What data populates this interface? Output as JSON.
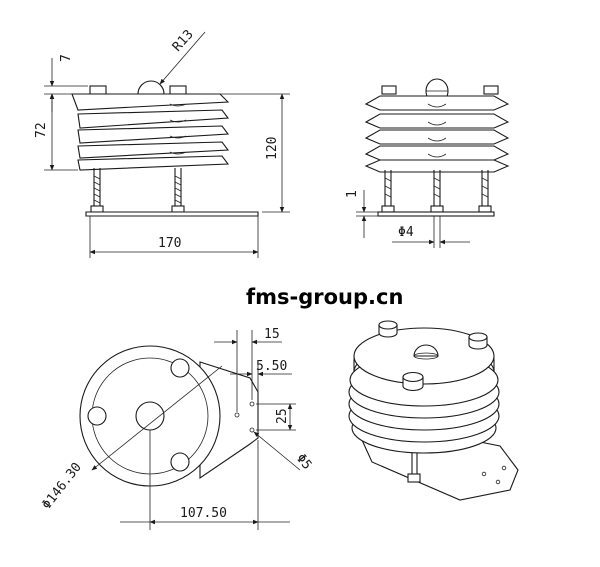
{
  "watermark": "fms-group.cn",
  "front_view": {
    "radius_label": "R13",
    "top_gap_label": "7",
    "stack_height_label": "72",
    "total_height_label": "120",
    "width_label": "170"
  },
  "side_view": {
    "thickness_label": "1",
    "rod_diameter_label": "Φ4"
  },
  "plan_view": {
    "diameter_label": "Φ146.30",
    "offset_label": "107.50",
    "bracket_width_label": "15",
    "hole_offset_label": "5.50",
    "hole_spacing_label": "25",
    "hole_diameter_label": "Φ5"
  }
}
